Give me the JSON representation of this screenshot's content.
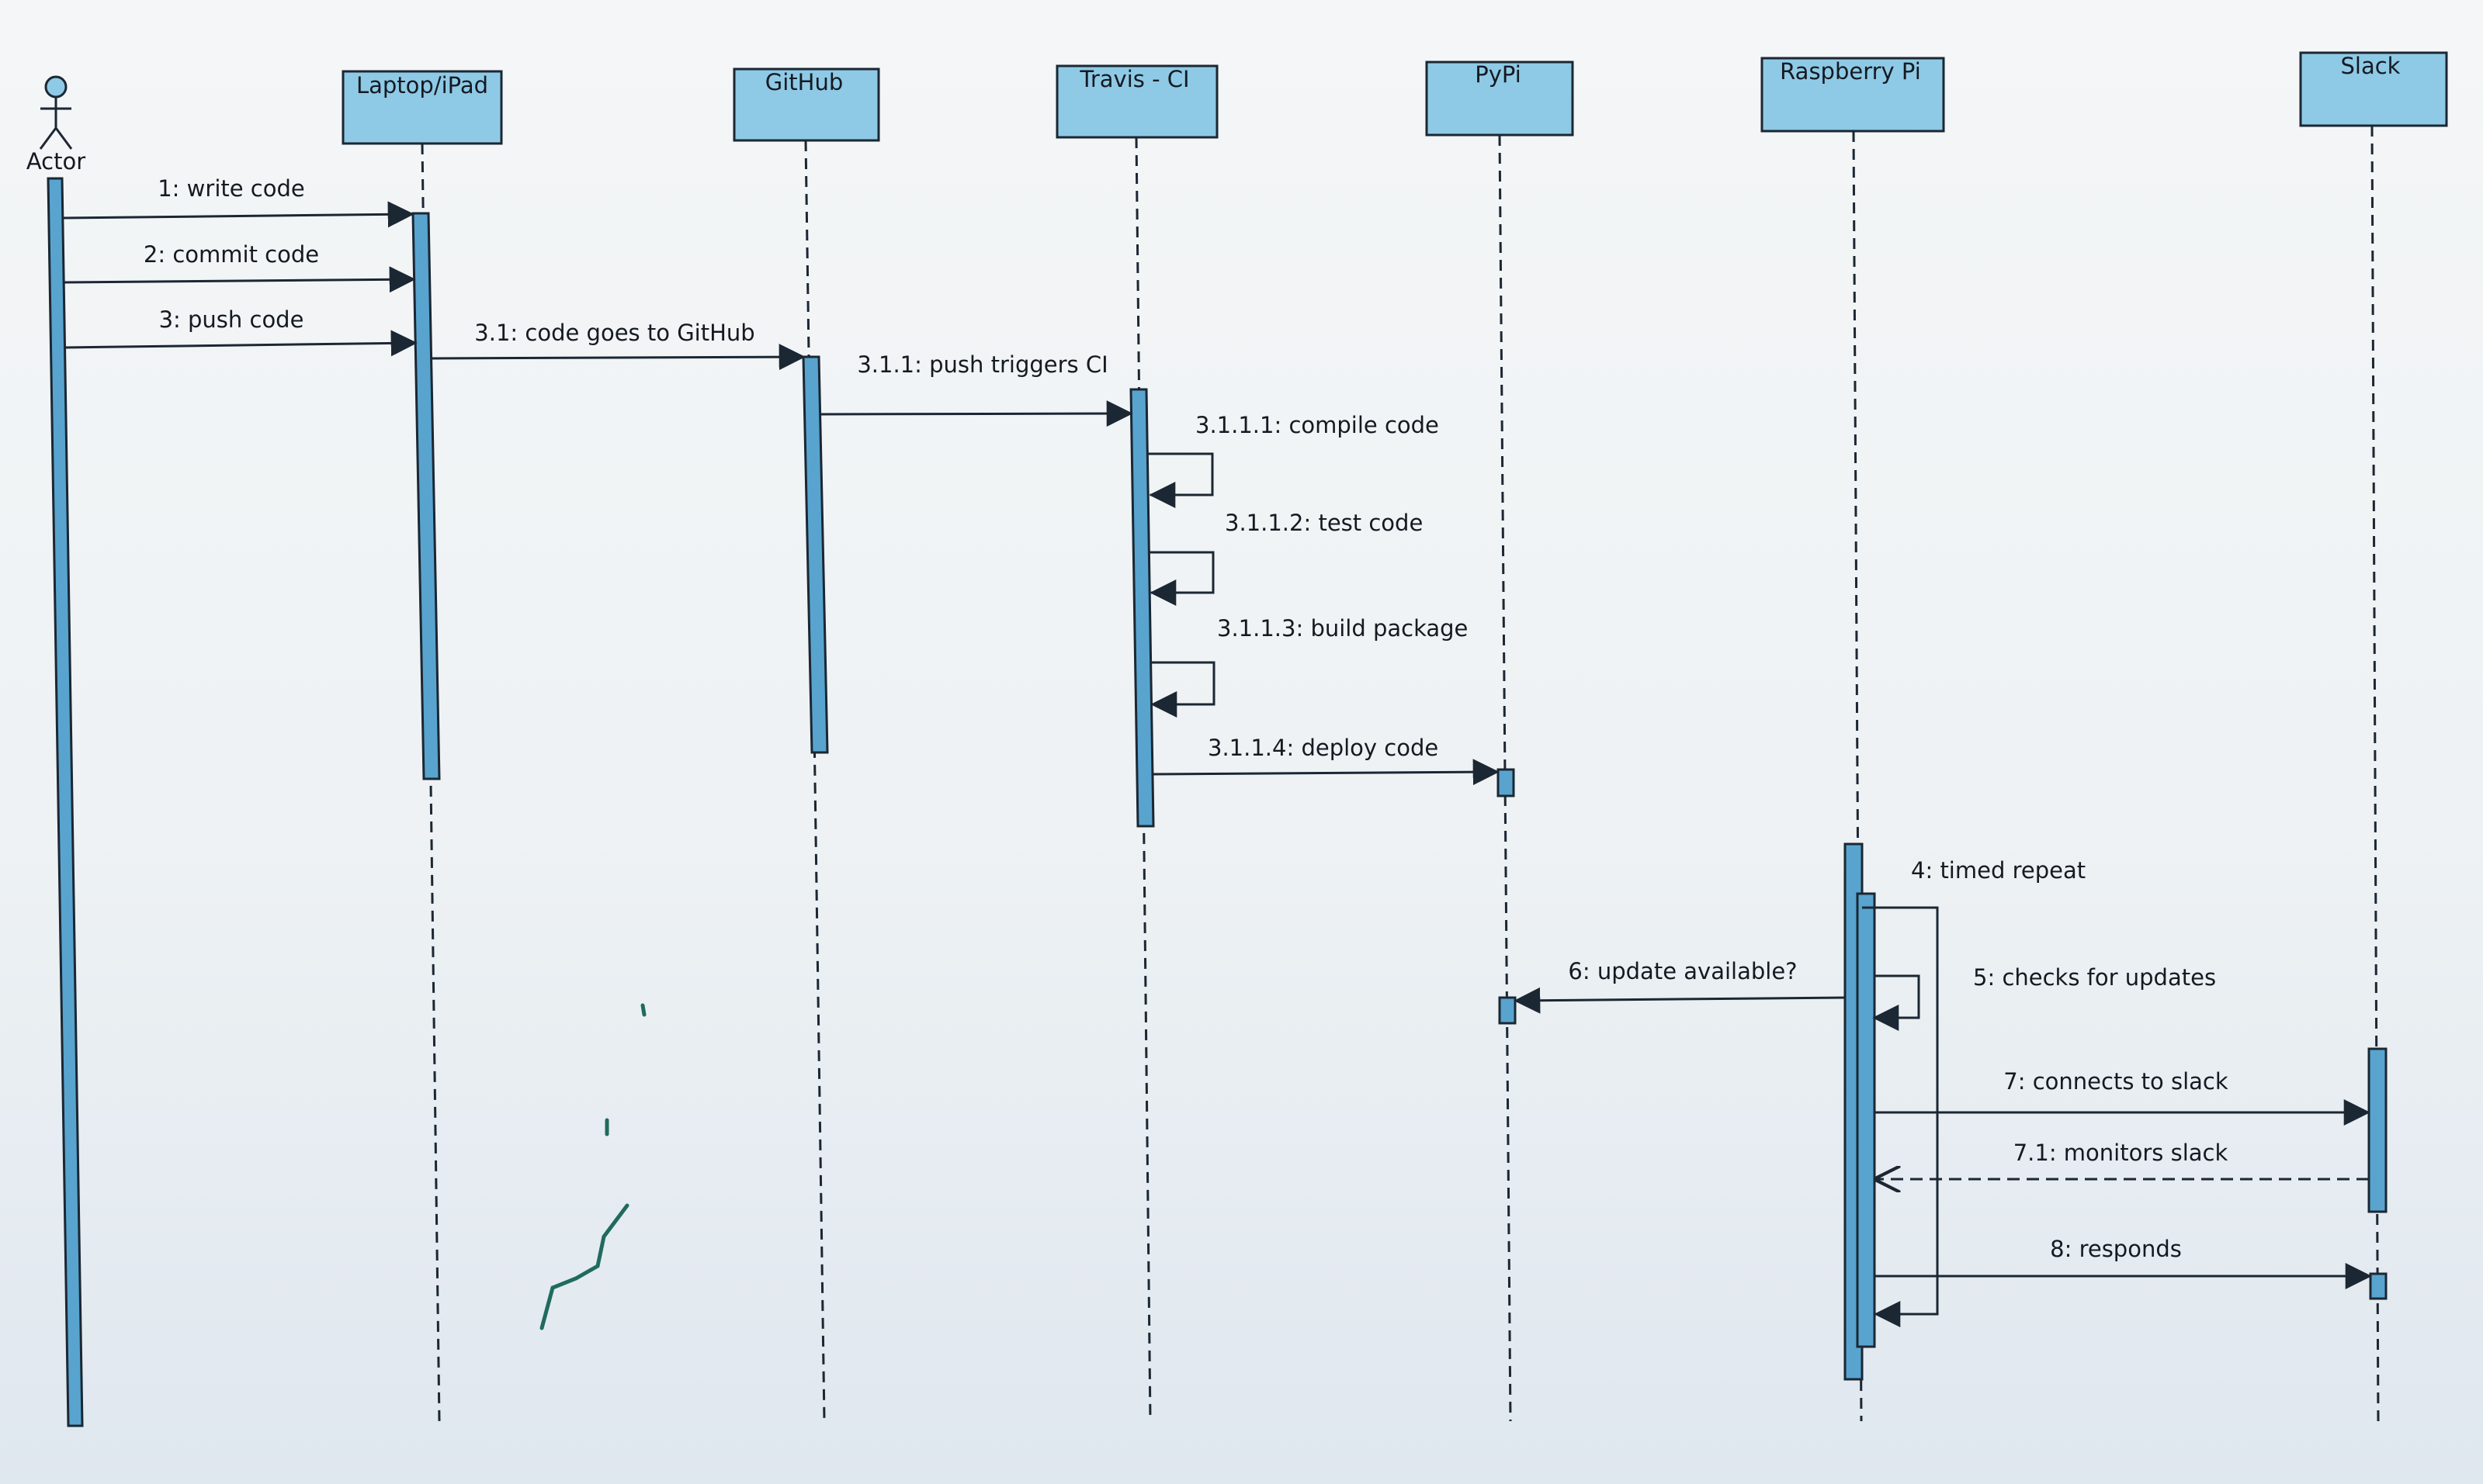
{
  "diagram": {
    "actor": {
      "label": "Actor"
    },
    "participants": [
      {
        "id": "laptop",
        "label": "Laptop/iPad"
      },
      {
        "id": "github",
        "label": "GitHub"
      },
      {
        "id": "travis",
        "label": "Travis - CI"
      },
      {
        "id": "pypi",
        "label": "PyPi"
      },
      {
        "id": "pi",
        "label": "Raspberry Pi"
      },
      {
        "id": "slack",
        "label": "Slack"
      }
    ],
    "messages": [
      {
        "label": "1: write code",
        "from": "actor",
        "to": "laptop"
      },
      {
        "label": "2: commit code",
        "from": "actor",
        "to": "laptop"
      },
      {
        "label": "3: push code",
        "from": "actor",
        "to": "laptop"
      },
      {
        "label": "3.1: code goes to GitHub",
        "from": "laptop",
        "to": "github"
      },
      {
        "label": "3.1.1: push triggers CI",
        "from": "github",
        "to": "travis"
      },
      {
        "label": "3.1.1.1: compile code",
        "from": "travis",
        "to": "travis"
      },
      {
        "label": "3.1.1.2: test code",
        "from": "travis",
        "to": "travis"
      },
      {
        "label": "3.1.1.3: build package",
        "from": "travis",
        "to": "travis"
      },
      {
        "label": "3.1.1.4: deploy code",
        "from": "travis",
        "to": "pypi"
      },
      {
        "label": "4: timed repeat",
        "from": "pi",
        "to": "pi"
      },
      {
        "label": "5: checks for updates",
        "from": "pi",
        "to": "pi"
      },
      {
        "label": "6: update available?",
        "from": "pi",
        "to": "pypi"
      },
      {
        "label": "7: connects to slack",
        "from": "pi",
        "to": "slack"
      },
      {
        "label": "7.1: monitors slack",
        "from": "slack",
        "to": "pi",
        "type": "return"
      },
      {
        "label": "8: responds",
        "from": "pi",
        "to": "slack"
      }
    ],
    "colors": {
      "box_fill": "#8ecae6",
      "box_stroke": "#1b2733",
      "activation_fill": "#58a4cf",
      "line": "#1b2733",
      "text": "#151a22"
    }
  }
}
